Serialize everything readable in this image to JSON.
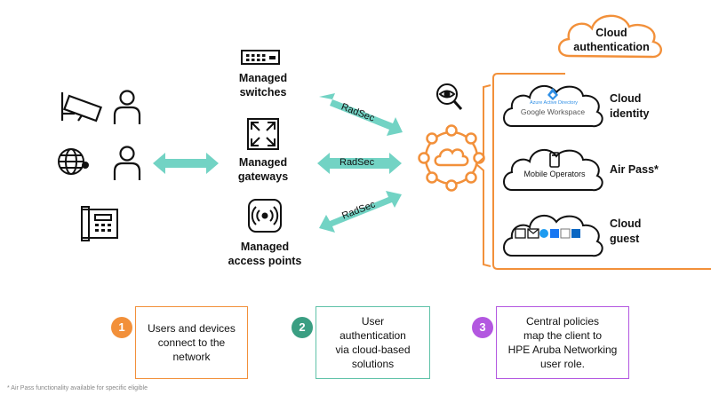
{
  "cloud_auth": {
    "title_line1": "Cloud",
    "title_line2": "authentication"
  },
  "devices": {
    "switches": [
      "Managed",
      "switches"
    ],
    "gateways": [
      "Managed",
      "gateways"
    ],
    "access_points": [
      "Managed",
      "access points"
    ]
  },
  "radsec_label": "RadSec",
  "services": {
    "cloud_identity": {
      "label": [
        "Cloud",
        "identity"
      ],
      "inner_line1": "Azure Active Directory",
      "inner_line2": "Google Workspace"
    },
    "air_pass": {
      "label": "Air Pass*",
      "inner": "Mobile Operators"
    },
    "cloud_guest": {
      "label": [
        "Cloud",
        "guest"
      ]
    }
  },
  "steps": [
    {
      "num": "1",
      "text": [
        "Users and devices",
        "connect to the",
        "network"
      ],
      "color": "#f2903a"
    },
    {
      "num": "2",
      "text": [
        "User authentication",
        "via cloud-based",
        "solutions"
      ],
      "color": "#3a9e82"
    },
    {
      "num": "3",
      "text": [
        "Central policies",
        "map the client to",
        "HPE Aruba Networking",
        "user role."
      ],
      "color": "#b357e0"
    }
  ],
  "colors": {
    "accent_orange": "#f2903a",
    "arrow_teal": "#72d3c4",
    "step2_green": "#3a9e82",
    "step2_border": "#5fc2a8",
    "step3_purple": "#b357e0"
  },
  "footnote": "* Air Pass functionality available for specific eligible"
}
